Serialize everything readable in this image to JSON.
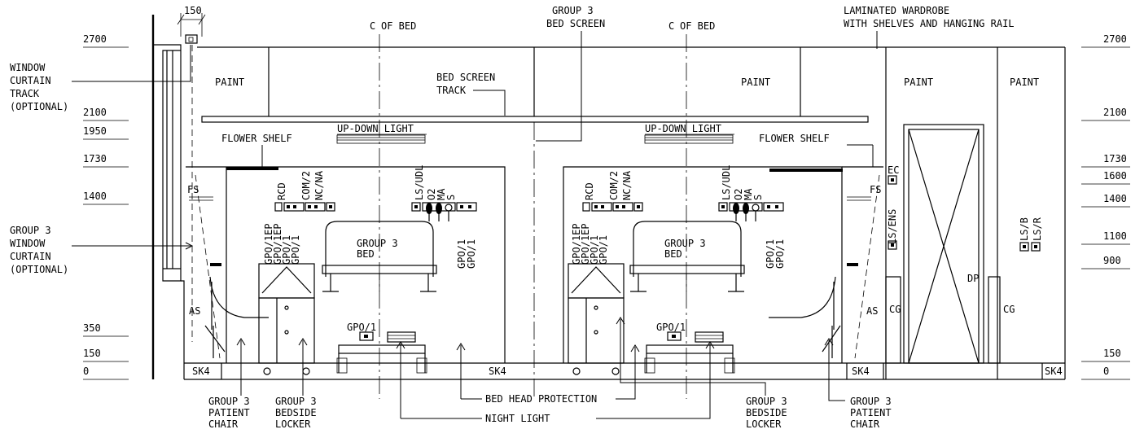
{
  "drawing": {
    "levels_left": [
      "2700",
      "2100",
      "1950",
      "1730",
      "1400",
      "350",
      "150",
      "0"
    ],
    "levels_right": [
      "2700",
      "2100",
      "1730",
      "1600",
      "1400",
      "1100",
      "900",
      "150",
      "0"
    ],
    "dimension_150": "150",
    "window_curtain_track": [
      "WINDOW",
      "CURTAIN",
      "TRACK",
      "(OPTIONAL)"
    ],
    "window_curtain": [
      "GROUP 3",
      "WINDOW",
      "CURTAIN",
      "(OPTIONAL)"
    ],
    "bed_centreline": "OF BED",
    "centreline_symbol": "C",
    "bed_screen": [
      "GROUP 3",
      "BED SCREEN"
    ],
    "bed_screen_track": [
      "BED SCREEN",
      "TRACK"
    ],
    "wardrobe": [
      "LAMINATED WARDROBE",
      "WITH SHELVES AND HANGING RAIL"
    ],
    "paint": "PAINT",
    "flower_shelf": "FLOWER SHELF",
    "up_down_light": "UP-DOWN LIGHT",
    "bed": [
      "GROUP 3",
      "BED"
    ],
    "rcd": "RCD",
    "com": "COM/2",
    "nc_na": "NC/NA",
    "ls_udl": "LS/UDL",
    "o2": "O2",
    "ma": "MA",
    "s": "S",
    "gpo_left_stack": [
      "GPO/1EP",
      "GPO/1EP",
      "GPO/1",
      "GPO/1"
    ],
    "gpo_right_stack": [
      "GPO/1",
      "GPO/1"
    ],
    "gpo_low": "GPO/1",
    "fs": "FS",
    "as": "AS",
    "cg": "CG",
    "ec": "EC",
    "ls_ens": "LS/ENS",
    "ls_b": "LS/B",
    "ls_r": "LS/R",
    "dp": "DP",
    "sk4": "SK4",
    "patient_chair": [
      "GROUP 3",
      "PATIENT",
      "CHAIR"
    ],
    "bedside_locker": [
      "GROUP 3",
      "BEDSIDE",
      "LOCKER"
    ],
    "bed_head_protection": "BED HEAD PROTECTION",
    "night_light": "NIGHT LIGHT"
  }
}
